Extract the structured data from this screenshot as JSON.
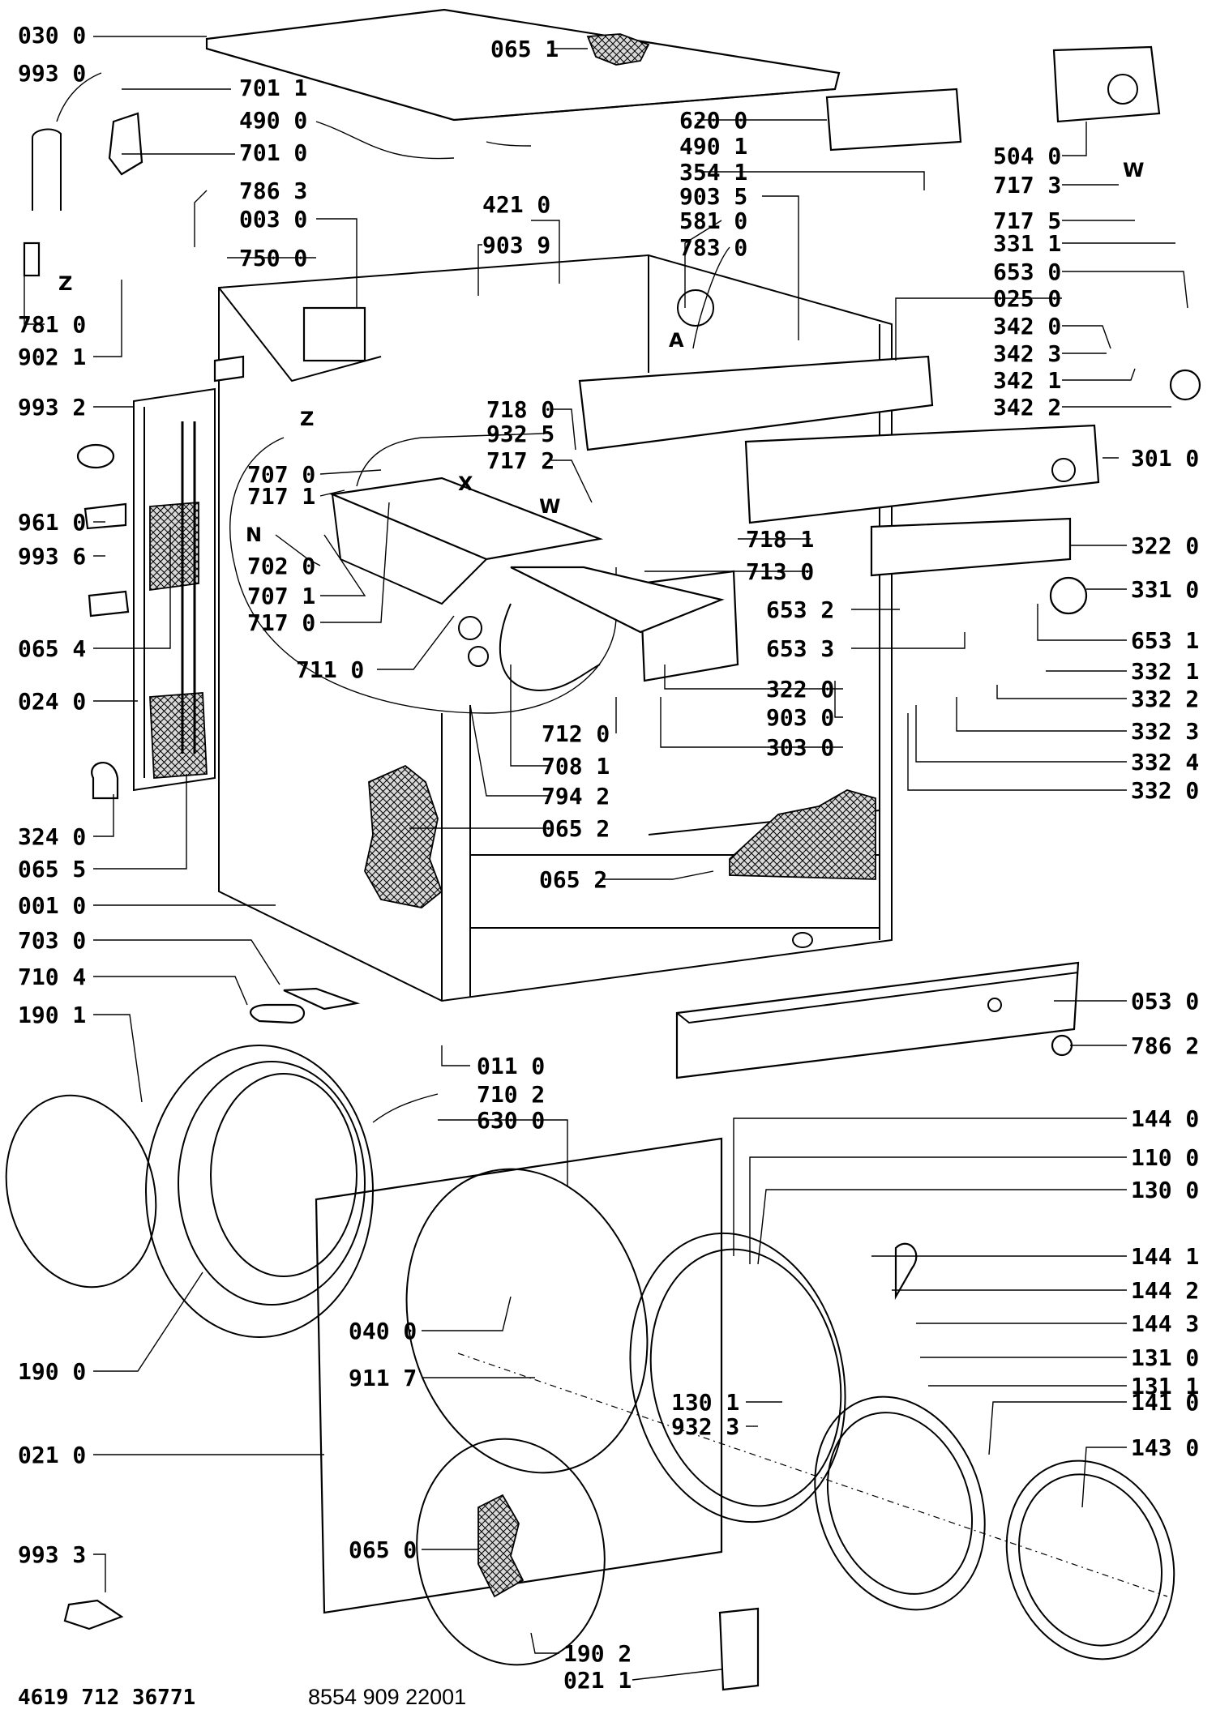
{
  "doc_codes": {
    "left": "4619 712 36771",
    "right": "8554 909 22001"
  },
  "symbols": {
    "z": "Z",
    "a": "A",
    "w": "W",
    "x": "X",
    "n": "N"
  },
  "callouts": [
    {
      "id": "c1",
      "label": "030 0",
      "side": "left"
    },
    {
      "id": "c2",
      "label": "065 1",
      "side": "inline"
    },
    {
      "id": "c3",
      "label": "993 0",
      "side": "left"
    },
    {
      "id": "c4",
      "label": "701 1",
      "side": "inline"
    },
    {
      "id": "c5",
      "label": "490 0",
      "side": "inline"
    },
    {
      "id": "c6",
      "label": "701 0",
      "side": "inline"
    },
    {
      "id": "c7",
      "label": "786 3",
      "side": "inline"
    },
    {
      "id": "c8",
      "label": "003 0",
      "side": "inline"
    },
    {
      "id": "c9",
      "label": "750 0",
      "side": "inline"
    },
    {
      "id": "c10",
      "label": "781 0",
      "side": "left"
    },
    {
      "id": "c11",
      "label": "902 1",
      "side": "left"
    },
    {
      "id": "c12",
      "label": "993 2",
      "side": "left"
    },
    {
      "id": "c13",
      "label": "961 0",
      "side": "left"
    },
    {
      "id": "c14",
      "label": "993 6",
      "side": "left"
    },
    {
      "id": "c15",
      "label": "065 4",
      "side": "left"
    },
    {
      "id": "c16",
      "label": "024 0",
      "side": "left"
    },
    {
      "id": "c17",
      "label": "324 0",
      "side": "left"
    },
    {
      "id": "c18",
      "label": "065 5",
      "side": "left"
    },
    {
      "id": "c19",
      "label": "001 0",
      "side": "left"
    },
    {
      "id": "c20",
      "label": "703 0",
      "side": "left"
    },
    {
      "id": "c21",
      "label": "710 4",
      "side": "left"
    },
    {
      "id": "c22",
      "label": "190 1",
      "side": "left"
    },
    {
      "id": "c23",
      "label": "190 0",
      "side": "left"
    },
    {
      "id": "c24",
      "label": "021 0",
      "side": "left"
    },
    {
      "id": "c25",
      "label": "993 3",
      "side": "left"
    },
    {
      "id": "c26",
      "label": "421 0",
      "side": "inline"
    },
    {
      "id": "c27",
      "label": "903 9",
      "side": "inline"
    },
    {
      "id": "c28",
      "label": "620 0",
      "side": "inline"
    },
    {
      "id": "c29",
      "label": "490 1",
      "side": "inline"
    },
    {
      "id": "c30",
      "label": "354 1",
      "side": "inline"
    },
    {
      "id": "c31",
      "label": "903 5",
      "side": "inline"
    },
    {
      "id": "c32",
      "label": "581 0",
      "side": "inline"
    },
    {
      "id": "c33",
      "label": "783 0",
      "side": "inline"
    },
    {
      "id": "c34",
      "label": "504 0",
      "side": "right"
    },
    {
      "id": "c35",
      "label": "717 3",
      "side": "right"
    },
    {
      "id": "c36",
      "label": "717 5",
      "side": "right"
    },
    {
      "id": "c37",
      "label": "331 1",
      "side": "right"
    },
    {
      "id": "c38",
      "label": "653 0",
      "side": "right"
    },
    {
      "id": "c39",
      "label": "025 0",
      "side": "right"
    },
    {
      "id": "c40",
      "label": "342 0",
      "side": "right"
    },
    {
      "id": "c41",
      "label": "342 3",
      "side": "right"
    },
    {
      "id": "c42",
      "label": "342 1",
      "side": "right"
    },
    {
      "id": "c43",
      "label": "342 2",
      "side": "right"
    },
    {
      "id": "c44",
      "label": "718 0",
      "side": "inline"
    },
    {
      "id": "c45",
      "label": "932 5",
      "side": "inline"
    },
    {
      "id": "c46",
      "label": "717 2",
      "side": "inline"
    },
    {
      "id": "c47",
      "label": "707 0",
      "side": "inline"
    },
    {
      "id": "c48",
      "label": "717 1",
      "side": "inline"
    },
    {
      "id": "c49",
      "label": "702 0",
      "side": "inline"
    },
    {
      "id": "c50",
      "label": "707 1",
      "side": "inline"
    },
    {
      "id": "c51",
      "label": "717 0",
      "side": "inline"
    },
    {
      "id": "c52",
      "label": "711 0",
      "side": "inline"
    },
    {
      "id": "c53",
      "label": "301 0",
      "side": "right"
    },
    {
      "id": "c54",
      "label": "718 1",
      "side": "inline"
    },
    {
      "id": "c55",
      "label": "713 0",
      "side": "inline"
    },
    {
      "id": "c56",
      "label": "322 0",
      "side": "right"
    },
    {
      "id": "c57",
      "label": "331 0",
      "side": "right"
    },
    {
      "id": "c58",
      "label": "653 2",
      "side": "inline"
    },
    {
      "id": "c59",
      "label": "653 1",
      "side": "right"
    },
    {
      "id": "c60",
      "label": "653 3",
      "side": "inline"
    },
    {
      "id": "c61",
      "label": "332 1",
      "side": "right"
    },
    {
      "id": "c62",
      "label": "322 0",
      "side": "inline"
    },
    {
      "id": "c63",
      "label": "332 2",
      "side": "right"
    },
    {
      "id": "c64",
      "label": "903 0",
      "side": "inline"
    },
    {
      "id": "c65",
      "label": "332 3",
      "side": "right"
    },
    {
      "id": "c66",
      "label": "712 0",
      "side": "inline"
    },
    {
      "id": "c67",
      "label": "303 0",
      "side": "inline"
    },
    {
      "id": "c68",
      "label": "332 4",
      "side": "right"
    },
    {
      "id": "c69",
      "label": "708 1",
      "side": "inline"
    },
    {
      "id": "c70",
      "label": "332 0",
      "side": "right"
    },
    {
      "id": "c71",
      "label": "794 2",
      "side": "inline"
    },
    {
      "id": "c72",
      "label": "065 2",
      "side": "inline"
    },
    {
      "id": "c73",
      "label": "065 2",
      "side": "inline"
    },
    {
      "id": "c74",
      "label": "053 0",
      "side": "right"
    },
    {
      "id": "c75",
      "label": "786 2",
      "side": "right"
    },
    {
      "id": "c76",
      "label": "011 0",
      "side": "inline"
    },
    {
      "id": "c77",
      "label": "710 2",
      "side": "inline"
    },
    {
      "id": "c78",
      "label": "630 0",
      "side": "inline"
    },
    {
      "id": "c79",
      "label": "144 0",
      "side": "right"
    },
    {
      "id": "c80",
      "label": "110 0",
      "side": "right"
    },
    {
      "id": "c81",
      "label": "130 0",
      "side": "right"
    },
    {
      "id": "c82",
      "label": "144 1",
      "side": "right"
    },
    {
      "id": "c83",
      "label": "144 2",
      "side": "right"
    },
    {
      "id": "c84",
      "label": "144 3",
      "side": "right"
    },
    {
      "id": "c85",
      "label": "131 0",
      "side": "right"
    },
    {
      "id": "c86",
      "label": "131 1",
      "side": "right"
    },
    {
      "id": "c87",
      "label": "141 0",
      "side": "right"
    },
    {
      "id": "c88",
      "label": "143 0",
      "side": "right"
    },
    {
      "id": "c89",
      "label": "040 0",
      "side": "inline"
    },
    {
      "id": "c90",
      "label": "911 7",
      "side": "inline"
    },
    {
      "id": "c91",
      "label": "130 1",
      "side": "inline"
    },
    {
      "id": "c92",
      "label": "932 3",
      "side": "inline"
    },
    {
      "id": "c93",
      "label": "065 0",
      "side": "inline"
    },
    {
      "id": "c94",
      "label": "190 2",
      "side": "inline"
    },
    {
      "id": "c95",
      "label": "021 1",
      "side": "inline"
    }
  ]
}
